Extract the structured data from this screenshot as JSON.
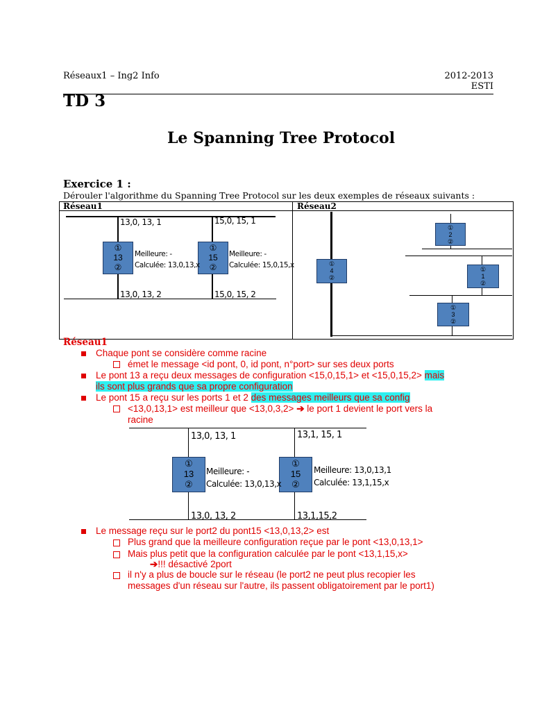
{
  "header": {
    "left": "Réseaux1  –  Ing2 Info",
    "right_year": "2012-2013",
    "right_school": "ESTI"
  },
  "td_title": "TD 3",
  "main_title": "Le Spanning Tree Protocol",
  "exercise": {
    "title": "Exercice 1 :",
    "instruction": "Dérouler l'algorithme du Spanning Tree Protocol sur les deux exemples de réseaux suivants :"
  },
  "table": {
    "col1_header": "Réseau1",
    "col2_header": "Réseau2"
  },
  "diagram1": {
    "b13": {
      "p1": "①",
      "id": "13",
      "p2": "②"
    },
    "b15": {
      "p1": "①",
      "id": "15",
      "p2": "②"
    },
    "b13_top": "13,0, 13, 1",
    "b13_bottom": "13,0, 13, 2",
    "b15_top": "15,0, 15, 1",
    "b15_bottom": "15,0, 15, 2",
    "b13_best": "Meilleure: -",
    "b13_calc": "Calculée: 13,0,13,x",
    "b15_best": "Meilleure: -",
    "b15_calc": "Calculée: 15,0,15,x"
  },
  "diagram2": {
    "bridges": [
      {
        "p1": "①",
        "id": "4",
        "p2": "②"
      },
      {
        "p1": "①",
        "id": "2",
        "p2": "②"
      },
      {
        "p1": "①",
        "id": "1",
        "p2": "②"
      },
      {
        "p1": "①",
        "id": "3",
        "p2": "②"
      }
    ]
  },
  "section_title": "Réseau1",
  "items": {
    "b1": "Chaque pont se considère comme racine",
    "b1_sub": "émet le message <id pont, 0, id pont, n°port> sur ses deux ports",
    "b2_line1_a": "Le pont 13 a reçu deux messages de configuration <15,0,15,1> et <15,0,15,2>",
    "b2_line1_hl": "mais",
    "b2_line2_hl": "ils sont plus grands que sa propre configuration",
    "b3_a": "Le pont 15 a reçu sur les ports 1 et 2",
    "b3_hl": "des messages meilleurs que sa config",
    "b3_sub_a": "<13,0,13,1> est meilleur que <13,0,3,2>",
    "b3_sub_b": "le port 1 devient le port vers la",
    "b3_sub_c": "racine",
    "b4": "Le message reçu sur le port2 du pont15 <13,0,13,2> est",
    "b4_s1": "Plus grand que la meilleure configuration reçue par le pont <13,0,13,1>",
    "b4_s2": "Mais plus petit que la configuration calculée par le pont <13,1,15,x>",
    "b4_s2_cont": "!!! désactivé 2port",
    "b4_s3_l1": "il n'y a plus de boucle sur le réseau (le port2 ne peut plus recopier les",
    "b4_s3_l2": "messages d'un réseau sur l'autre, ils passent obligatoirement par le port1)"
  },
  "diagram3": {
    "b13": {
      "p1": "①",
      "id": "13",
      "p2": "②"
    },
    "b15": {
      "p1": "①",
      "id": "15",
      "p2": "②"
    },
    "b13_top": "13,0, 13, 1",
    "b13_bottom": "13,0, 13, 2",
    "b15_top": "13,1, 15, 1",
    "b15_bottom": "13,1,15,2",
    "b13_best": "Meilleure: -",
    "b13_calc": "Calculée: 13,0,13,x",
    "b15_best": "Meilleure: 13,0,13,1",
    "b15_calc": "Calculée: 13,1,15,x"
  }
}
